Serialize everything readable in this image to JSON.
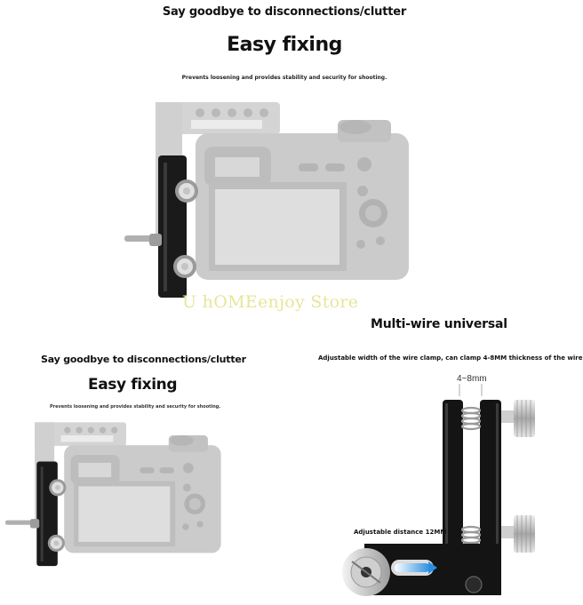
{
  "top_panel": {
    "kicker": "Say goodbye to disconnections/clutter",
    "headline": "Easy fixing",
    "subtitle": "Prevents loosening and provides stability and security for shooting.",
    "image": "camera-cage-with-cable-clamp"
  },
  "watermark": {
    "text": "U hOMEenjoy Store",
    "color": "#e6e69a"
  },
  "right_panel": {
    "headline": "Multi-wire universal",
    "caption": "Adjustable width of the wire clamp, can clamp 4-8MM thickness of the wire",
    "width_label": "4~8mm",
    "distance_label": "Adjustable distance 12MM",
    "image": "l-shaped-cable-clamp-bracket"
  },
  "bottom_left_panel": {
    "kicker": "Say goodbye to disconnections/clutter",
    "headline": "Easy fixing",
    "subtitle": "Prevents loosening and provides stability and security for shooting.",
    "image": "camera-cage-with-cable-clamp"
  },
  "colors": {
    "background": "#ffffff",
    "text": "#111111",
    "camera_gray": "#c9c9c9",
    "clamp_black": "#1a1a1a",
    "arrow_blue": "#2a8fe0"
  }
}
